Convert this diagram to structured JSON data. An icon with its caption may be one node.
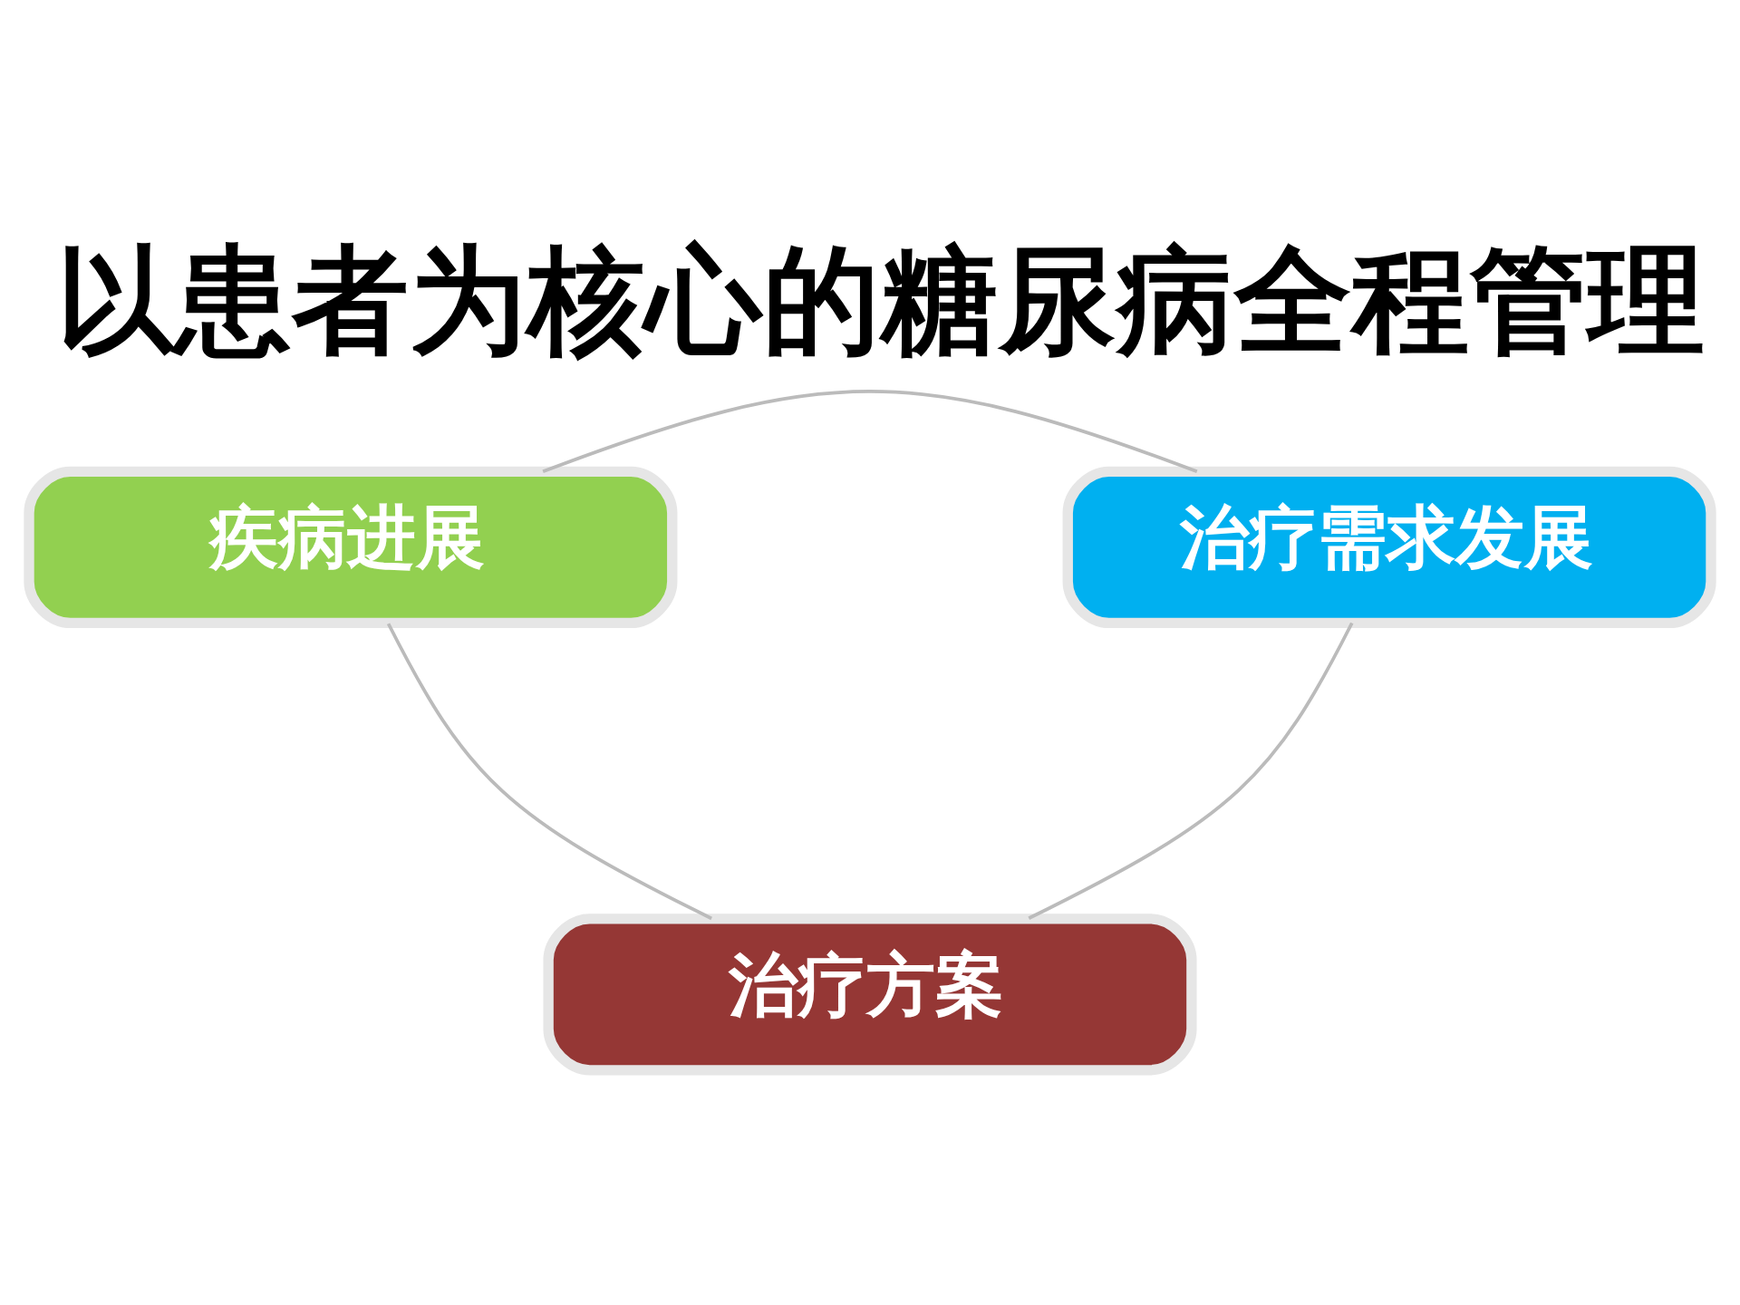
{
  "diagram": {
    "title": "以患者为核心的糖尿病全程管理",
    "nodes": [
      {
        "text": [
          "疾病进展"
        ]
      },
      {
        "text": [
          "治疗需求发展"
        ]
      },
      {
        "text": [
          "治疗方案"
        ]
      }
    ],
    "edges": [
      {
        "from": 0,
        "to": 1,
        "arrow": "none"
      },
      {
        "from": 1,
        "to": 2,
        "arrow": "none"
      },
      {
        "from": 2,
        "to": 0,
        "arrow": "none"
      }
    ]
  }
}
